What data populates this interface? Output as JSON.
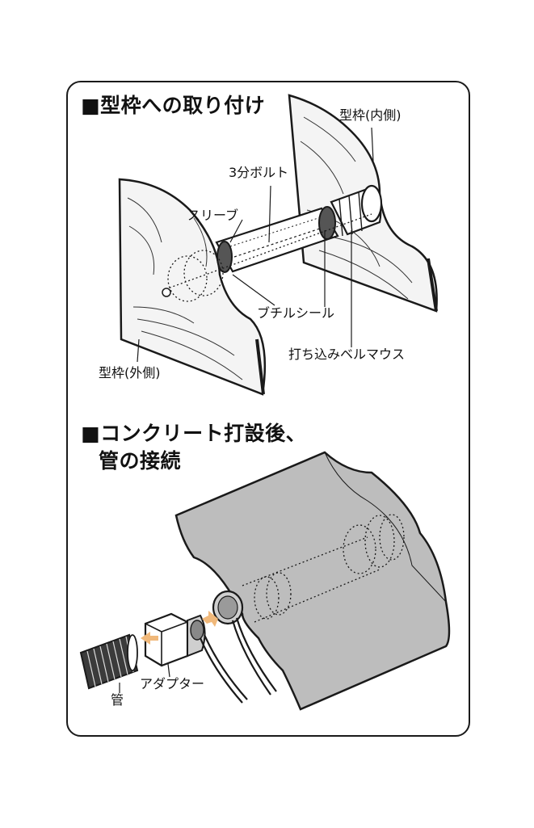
{
  "section1": {
    "heading": "■型枠への取り付け",
    "labels": {
      "form_inner": "型枠(内側)",
      "bolt": "3分ボルト",
      "sleeve": "スリーブ",
      "butyl_seal": "ブチルシール",
      "bellmouth": "打ち込みベルマウス",
      "form_outer": "型枠(外側)"
    }
  },
  "section2": {
    "heading_line1": "■コンクリート打設後、",
    "heading_line2": "管の接続",
    "labels": {
      "adapter": "アダプター",
      "pipe": "管"
    }
  },
  "colors": {
    "outline": "#1a1a1a",
    "concrete": "#b8b8b8",
    "arrow": "#f0b87a",
    "shade": "#d9d9d9"
  }
}
